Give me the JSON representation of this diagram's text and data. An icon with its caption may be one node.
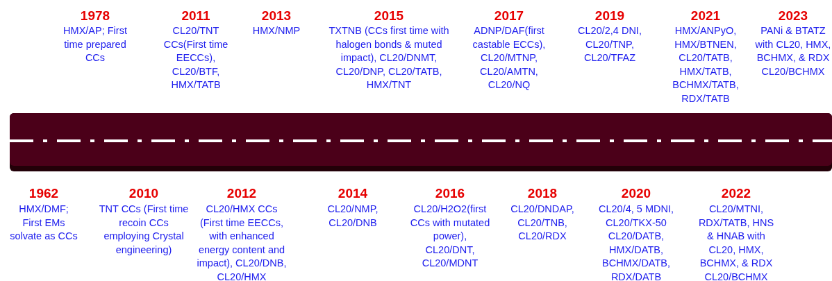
{
  "diagram": {
    "labels": [
      "1978",
      "HMX/AP; First time prepared CCs",
      "2011",
      "CL20/TNT CCs(First time EECCs), CL20/BTF, HMX/TATB",
      "2013",
      "HMX/NMP",
      "2015",
      "TXTNB (CCs first time with halogen bonds & muted impact), CL20/DNMT, CL20/DNP, CL20/TATB, HMX/TNT",
      "2017",
      "ADNP/DAF(first castable ECCs), CL20/MTNP, CL20/AMTN, CL20/NQ",
      "2019",
      "CL20/2,4 DNI, CL20/TNP, CL20/TFAZ",
      "2021",
      "HMX/ANPyO, HMX/BTNEN, CL20/TATB, HMX/TATB, BCHMX/TATB, RDX/TATB",
      "2023",
      "PANi & BTATZ with CL20, HMX, BCHMX, & RDX CL20/BCHMX",
      "1962",
      "HMX/DMF; First EMs solvate as CCs",
      "2010",
      "TNT CCs (First time recoin CCs employing Crystal engineering)",
      "2012",
      "CL20/HMX CCs (First time EECCs, with enhanced energy content and impact), CL20/DNB, CL20/HMX",
      "2014",
      "CL20/NMP, CL20/DNB",
      "2016",
      "CL20/H2O2(first CCs with mutated power), CL20/DNT, CL20/MDNT",
      "2018",
      "CL20/DNDAP, CL20/TNB, CL20/RDX",
      "2020",
      "CL20/4, 5 MDNI, CL20/TKX-50 CL20/DATB, HMX/DATB, BCHMX/DATB, RDX/DATB",
      "2022",
      "CL20/MTNI, RDX/TATB, HNS & HNAB with CL20, HMX, BCHMX, & RDX CL20/BCHMX"
    ]
  }
}
